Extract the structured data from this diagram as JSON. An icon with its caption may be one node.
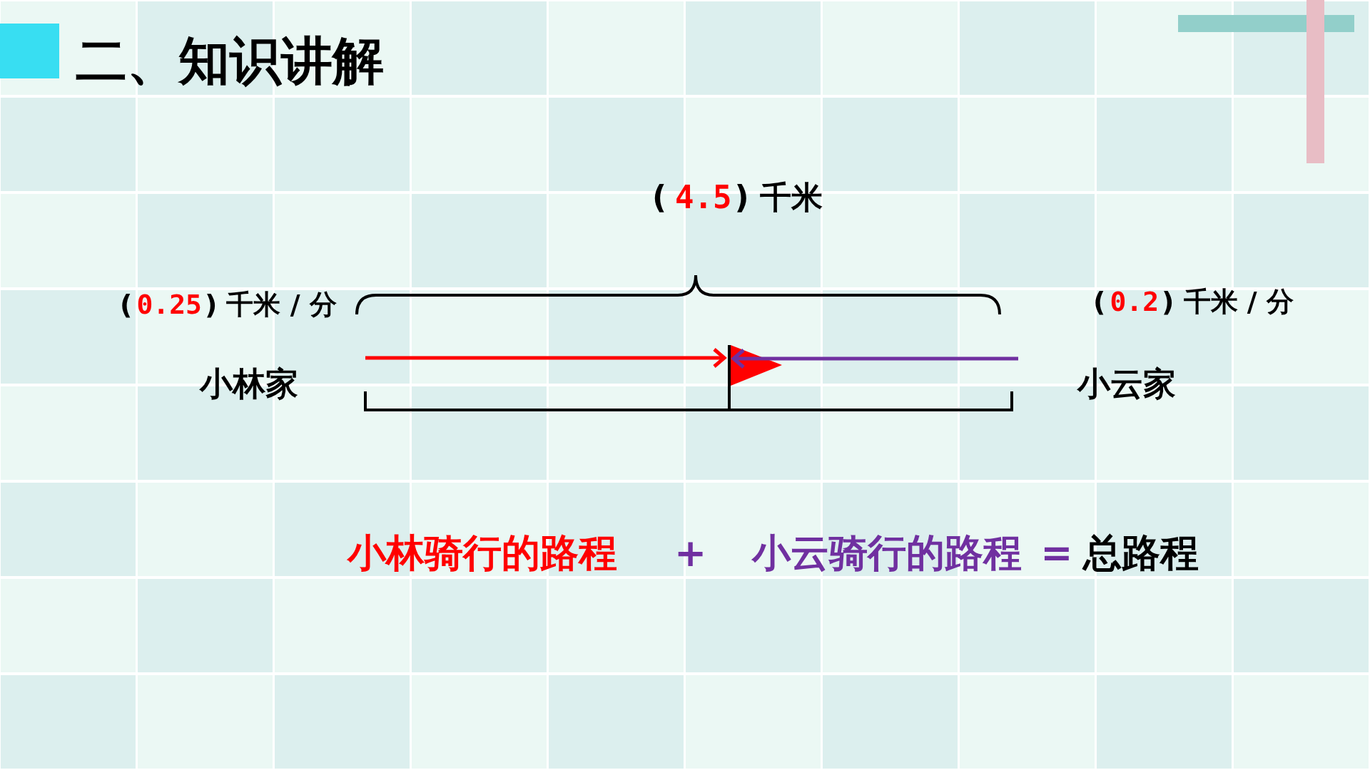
{
  "diagram": {
    "title": "二、知识讲解",
    "labels": [
      "(",
      "4.5",
      ") 千米",
      "(",
      "0.25",
      ") 千米 / 分",
      "小林家",
      "(",
      "0.2",
      ") 千米 / 分",
      "小云家",
      "小林骑行的路程",
      "+",
      "小云骑行的路程",
      "=",
      "总路程"
    ]
  }
}
